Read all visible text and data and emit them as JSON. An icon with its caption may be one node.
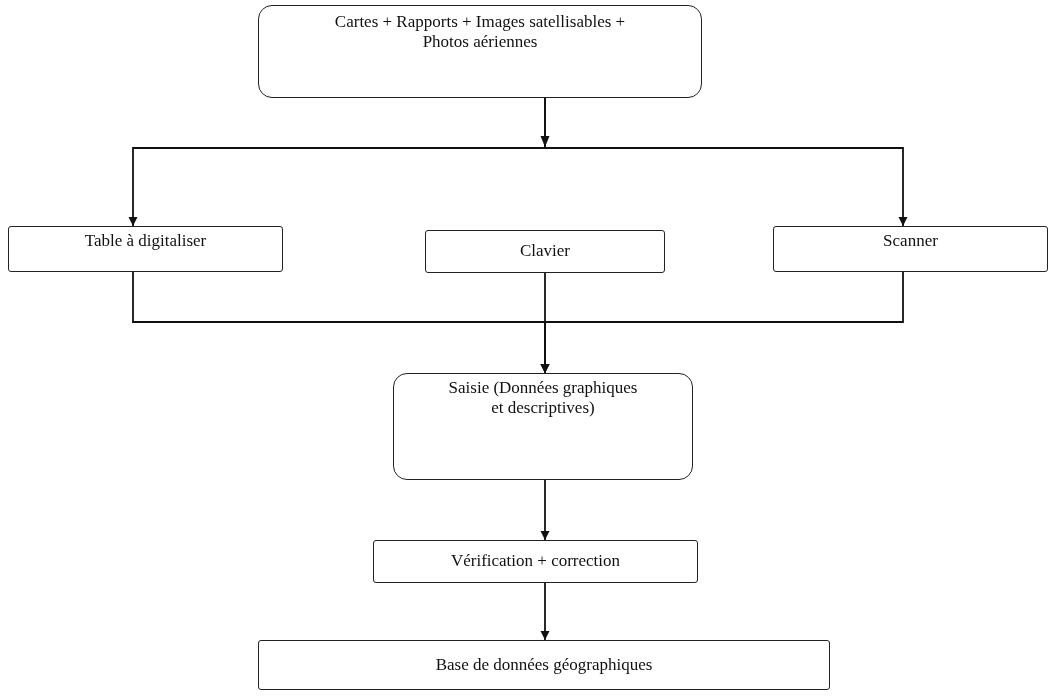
{
  "diagram": {
    "nodes": [
      {
        "text": [
          "Cartes + Rapports + Images satellisables + Photos aériennes"
        ]
      },
      {
        "text": [
          "Table à digitaliser"
        ]
      },
      {
        "text": [
          "Clavier"
        ]
      },
      {
        "text": [
          "Scanner"
        ]
      },
      {
        "text": [
          "Saisie (Données graphiques et descriptives)"
        ]
      },
      {
        "text": [
          "Vérification + correction"
        ]
      },
      {
        "text": [
          "Base de données géographiques"
        ]
      }
    ],
    "edges": [
      {
        "from": 0,
        "to": 1,
        "arrow": "to"
      },
      {
        "from": 0,
        "to": 3,
        "arrow": "to"
      },
      {
        "from": 1,
        "to": 4,
        "arrow": "to"
      },
      {
        "from": 2,
        "to": 4,
        "arrow": "to"
      },
      {
        "from": 3,
        "to": 4,
        "arrow": "to"
      },
      {
        "from": 4,
        "to": 5,
        "arrow": "to"
      },
      {
        "from": 5,
        "to": 6,
        "arrow": "to"
      }
    ]
  }
}
